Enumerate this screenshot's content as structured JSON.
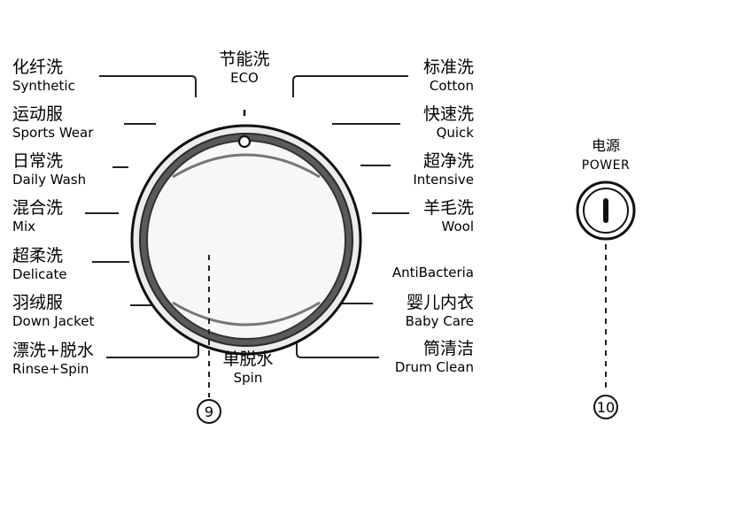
{
  "programs": [
    {
      "zh": "化纤洗",
      "en": "Synthetic"
    },
    {
      "zh": "运动服",
      "en": "Sports Wear"
    },
    {
      "zh": "日常洗",
      "en": "Daily Wash"
    },
    {
      "zh": "混合洗",
      "en": "Mix"
    },
    {
      "zh": "超柔洗",
      "en": "Delicate"
    },
    {
      "zh": "羽绒服",
      "en": "Down Jacket"
    },
    {
      "zh": "漂洗+脱水",
      "en": "Rinse+Spin"
    },
    {
      "zh": "节能洗",
      "en": "ECO"
    },
    {
      "zh": "单脱水",
      "en": "Spin"
    },
    {
      "zh": "标准洗",
      "en": "Cotton"
    },
    {
      "zh": "快速洗",
      "en": "Quick"
    },
    {
      "zh": "超净洗",
      "en": "Intensive"
    },
    {
      "zh": "羊毛洗",
      "en": "Wool"
    },
    {
      "zh": "婴儿内衣",
      "en": "Baby Care"
    },
    {
      "zh": "筒清洁",
      "en": "Drum Clean"
    }
  ],
  "antibacteria_label": "AntiBacteria",
  "power": {
    "zh": "电源",
    "en": "POWER"
  },
  "callouts": {
    "dial": "9",
    "power": "10"
  }
}
